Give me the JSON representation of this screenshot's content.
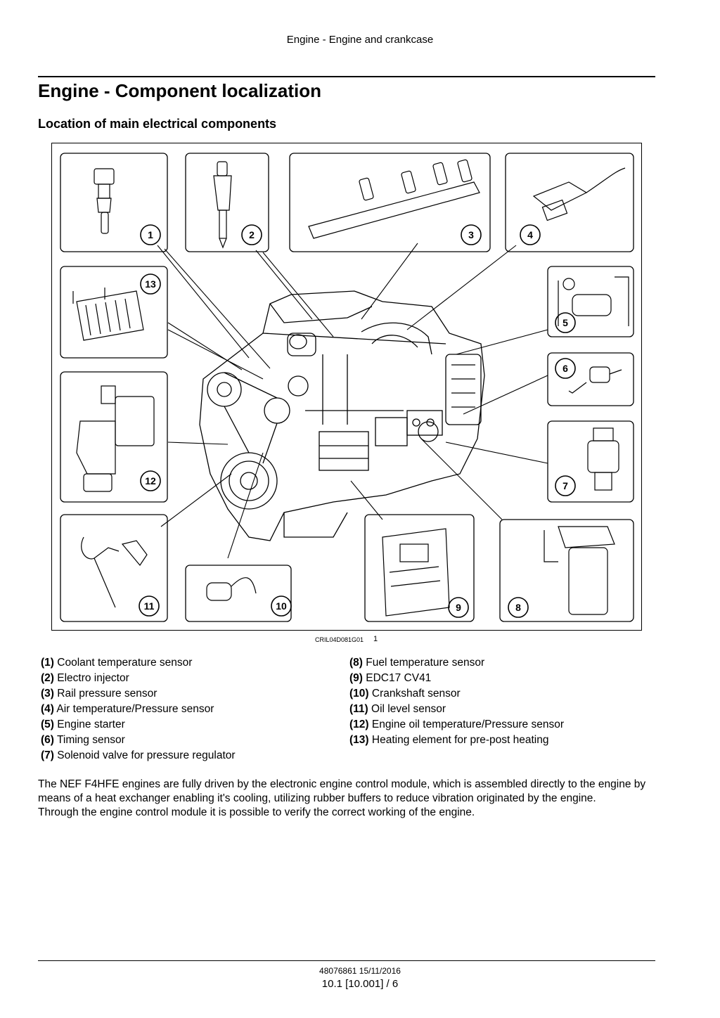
{
  "header": {
    "running_title": "Engine - Engine and crankcase"
  },
  "page_title": "Engine - Component localization",
  "section_title": "Location of main electrical components",
  "figure": {
    "code": "CRIL04D081G01",
    "number": "1",
    "callouts": [
      "1",
      "2",
      "3",
      "4",
      "5",
      "6",
      "7",
      "8",
      "9",
      "10",
      "11",
      "12",
      "13"
    ]
  },
  "legend": {
    "left": [
      {
        "num": "(1)",
        "label": " Coolant temperature sensor"
      },
      {
        "num": "(2)",
        "label": " Electro injector"
      },
      {
        "num": "(3)",
        "label": " Rail pressure sensor"
      },
      {
        "num": "(4)",
        "label": " Air temperature/Pressure sensor"
      },
      {
        "num": "(5)",
        "label": " Engine starter"
      },
      {
        "num": "(6)",
        "label": " Timing sensor"
      },
      {
        "num": "(7)",
        "label": " Solenoid valve for pressure regulator"
      }
    ],
    "right": [
      {
        "num": "(8)",
        "label": " Fuel temperature sensor"
      },
      {
        "num": "(9)",
        "label": " EDC17 CV41"
      },
      {
        "num": "(10)",
        "label": " Crankshaft sensor"
      },
      {
        "num": "(11)",
        "label": " Oil level sensor"
      },
      {
        "num": "(12)",
        "label": " Engine oil temperature/Pressure sensor"
      },
      {
        "num": "(13)",
        "label": " Heating element for pre-post heating"
      }
    ]
  },
  "body": {
    "paragraph1": "The NEF F4HFE engines are fully driven by the electronic engine control module, which is assembled directly to the engine by means of a heat exchanger enabling it's cooling, utilizing rubber buffers to reduce vibration originated by the engine.",
    "paragraph2": "Through the engine control module it is possible to verify the correct working of the engine."
  },
  "footer": {
    "doc_code": "48076861 15/11/2016",
    "page_ref": "10.1 [10.001] / 6"
  }
}
